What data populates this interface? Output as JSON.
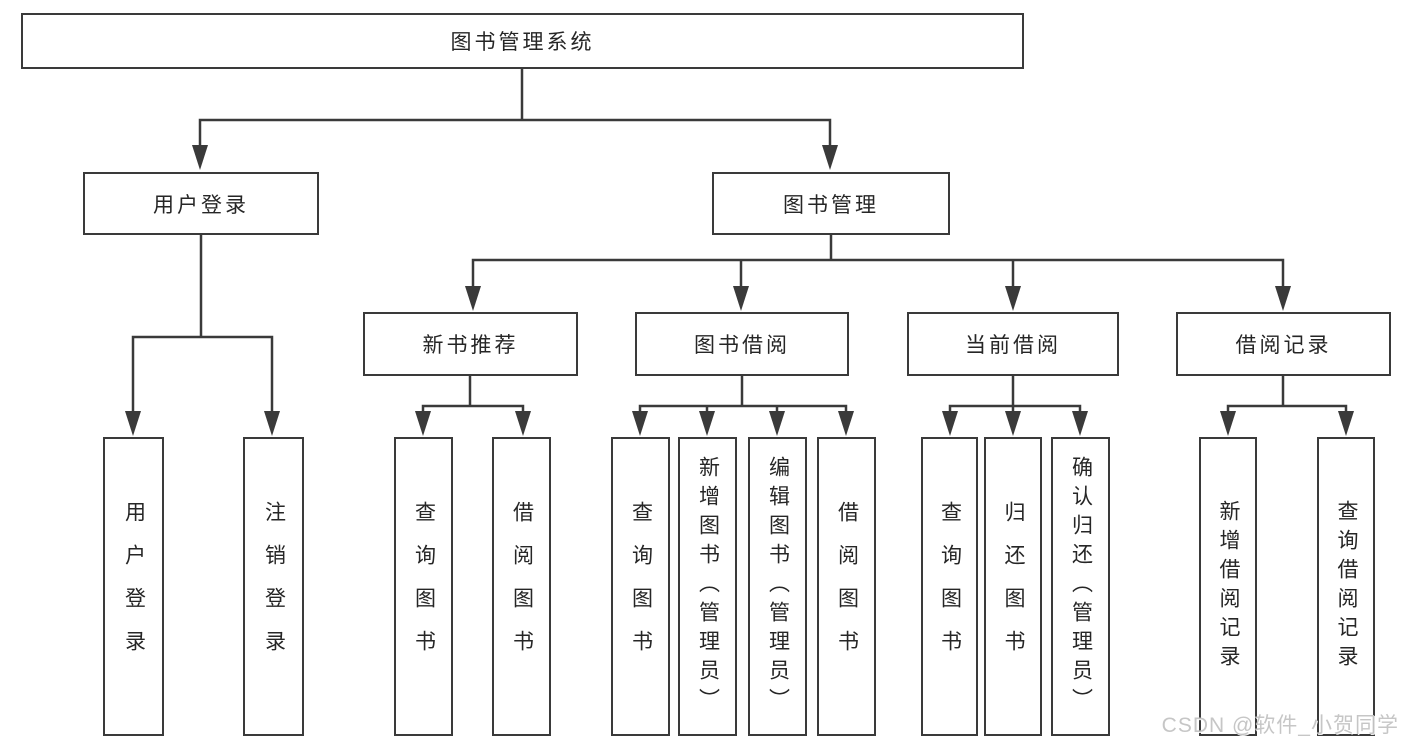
{
  "diagram": {
    "title": "图书管理系统",
    "level2": [
      {
        "label": "用户登录"
      },
      {
        "label": "图书管理"
      }
    ],
    "level3": [
      {
        "label": "新书推荐",
        "parent": "图书管理"
      },
      {
        "label": "图书借阅",
        "parent": "图书管理"
      },
      {
        "label": "当前借阅",
        "parent": "图书管理"
      },
      {
        "label": "借阅记录",
        "parent": "图书管理"
      }
    ],
    "leaves": [
      {
        "label": "用户登录",
        "parent": "用户登录"
      },
      {
        "label": "注销登录",
        "parent": "用户登录"
      },
      {
        "label": "查询图书",
        "parent": "新书推荐"
      },
      {
        "label": "借阅图书",
        "parent": "新书推荐"
      },
      {
        "label": "查询图书",
        "parent": "图书借阅"
      },
      {
        "label": "新增图书（管理员）",
        "parent": "图书借阅"
      },
      {
        "label": "编辑图书（管理员）",
        "parent": "图书借阅"
      },
      {
        "label": "借阅图书",
        "parent": "图书借阅"
      },
      {
        "label": "查询图书",
        "parent": "当前借阅"
      },
      {
        "label": "归还图书",
        "parent": "当前借阅"
      },
      {
        "label": "确认归还（管理员）",
        "parent": "当前借阅"
      },
      {
        "label": "新增借阅记录",
        "parent": "借阅记录"
      },
      {
        "label": "查询借阅记录",
        "parent": "借阅记录"
      }
    ]
  },
  "watermark": "CSDN @软件_小贺同学",
  "colors": {
    "line": "#3a3a3a",
    "text": "#262626",
    "background": "#ffffff",
    "watermark": "#c3c3c3"
  }
}
